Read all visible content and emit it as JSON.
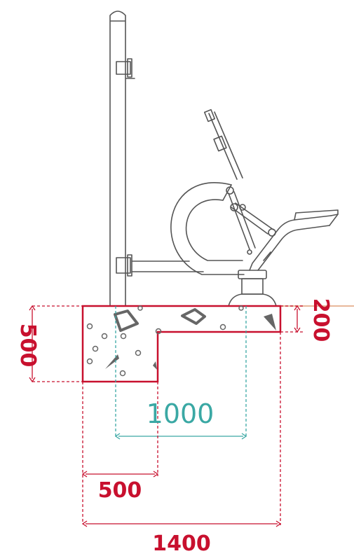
{
  "colors": {
    "dimension_red": "#c8102e",
    "dimension_teal": "#3aa8a4",
    "equipment_line": "#555555",
    "stone": "#666666",
    "ground": "#e8b89a"
  },
  "dimensions": {
    "total_width": "1400",
    "step_width": "500",
    "footprint_width": "1000",
    "foundation_height": "500",
    "step_height": "200"
  }
}
